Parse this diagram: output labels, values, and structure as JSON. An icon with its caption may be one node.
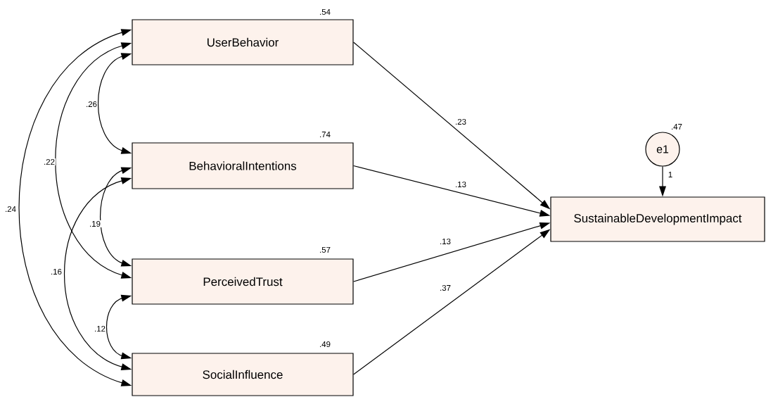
{
  "diagram": {
    "nodes": [
      {
        "text": [
          "UserBehavior"
        ],
        "beside": [
          ".54"
        ]
      },
      {
        "text": [
          "BehavioralIntentions"
        ],
        "beside": [
          ".74"
        ]
      },
      {
        "text": [
          "PerceivedTrust"
        ],
        "beside": [
          ".57"
        ]
      },
      {
        "text": [
          "SocialInfluence"
        ],
        "beside": [
          ".49"
        ]
      },
      {
        "text": [
          "SustainableDevelopmentImpact"
        ]
      },
      {
        "text": [
          "e1"
        ],
        "beside": [
          ".47"
        ]
      }
    ],
    "edges": [
      {
        "from": 0,
        "to": 4,
        "arrow": "to",
        "label": ".23"
      },
      {
        "from": 1,
        "to": 4,
        "arrow": "to",
        "label": ".13"
      },
      {
        "from": 2,
        "to": 4,
        "arrow": "to",
        "label": ".13"
      },
      {
        "from": 3,
        "to": 4,
        "arrow": "to",
        "label": ".37"
      },
      {
        "from": 5,
        "to": 4,
        "arrow": "to",
        "label": "1"
      },
      {
        "from": 0,
        "to": 1,
        "arrow": "both",
        "label": ".26"
      },
      {
        "from": 0,
        "to": 2,
        "arrow": "both",
        "label": ".22"
      },
      {
        "from": 0,
        "to": 3,
        "arrow": "both",
        "label": ".24"
      },
      {
        "from": 1,
        "to": 2,
        "arrow": "both",
        "label": ".19"
      },
      {
        "from": 1,
        "to": 3,
        "arrow": "both",
        "label": ".16"
      },
      {
        "from": 2,
        "to": 3,
        "arrow": "both",
        "label": ".12"
      }
    ]
  }
}
